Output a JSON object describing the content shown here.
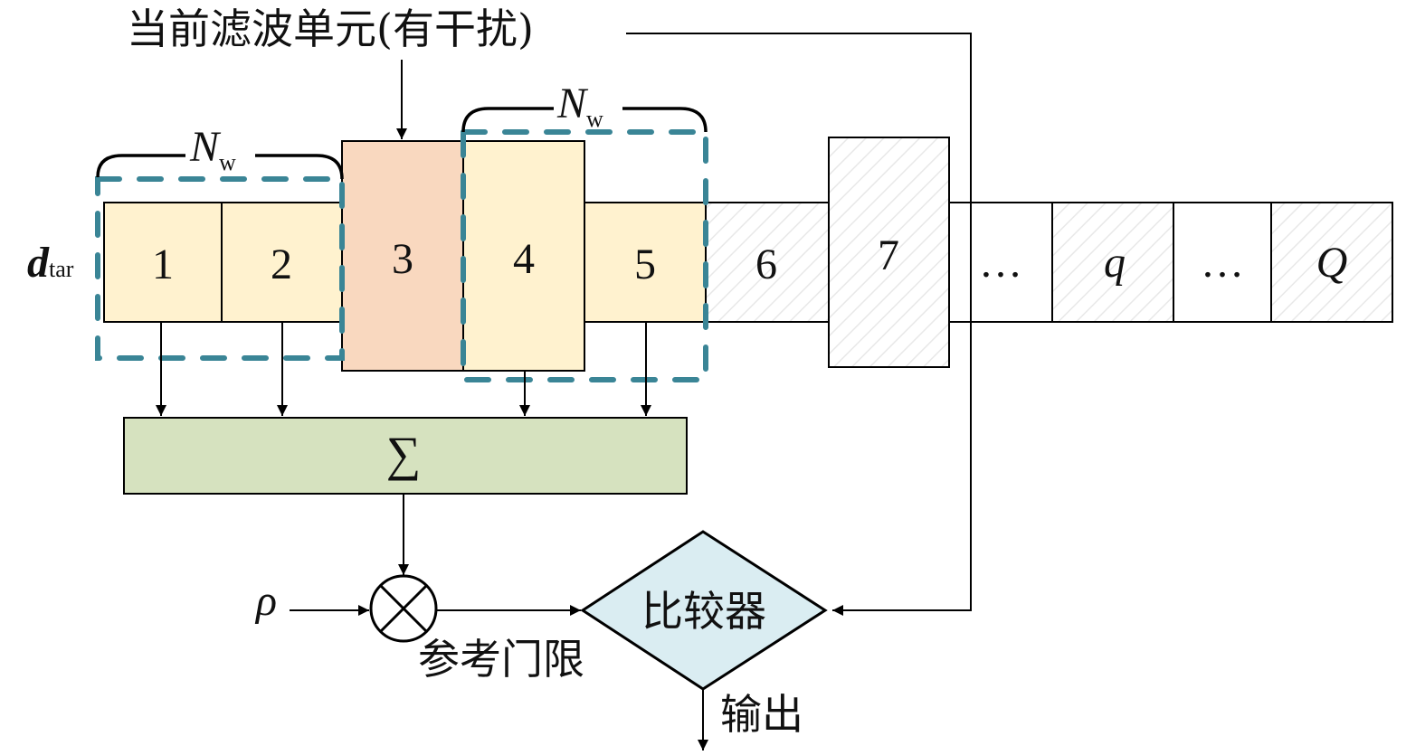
{
  "title_label": "当前滤波单元(有干扰)",
  "vector_label": {
    "main": "d",
    "subscript": "tar"
  },
  "window_label": {
    "main": "N",
    "subscript": "w"
  },
  "cells": [
    {
      "label": "1",
      "role": "reference",
      "fill": "#fff2cf"
    },
    {
      "label": "2",
      "role": "reference",
      "fill": "#fff2cf"
    },
    {
      "label": "3",
      "role": "current-interference",
      "fill": "#f9d8bf"
    },
    {
      "label": "4",
      "role": "reference",
      "fill": "#fff2cf"
    },
    {
      "label": "5",
      "role": "reference",
      "fill": "#fff2cf"
    },
    {
      "label": "6",
      "role": "other",
      "fill": "hatched"
    },
    {
      "label": "7",
      "role": "other-tall",
      "fill": "hatched"
    },
    {
      "label": "…",
      "role": "ellipsis",
      "fill": "#ffffff"
    },
    {
      "label": "q",
      "role": "other",
      "fill": "hatched"
    },
    {
      "label": "…",
      "role": "ellipsis",
      "fill": "#ffffff"
    },
    {
      "label": "Q",
      "role": "other",
      "fill": "hatched"
    }
  ],
  "sum_block": {
    "label": "∑",
    "fill": "#d6e2bf"
  },
  "multiplier": {
    "symbol": "⊗"
  },
  "rho_label": "ρ",
  "threshold_label": "参考门限",
  "comparator": {
    "label": "比较器",
    "fill": "#daedf2"
  },
  "output_label": "输出",
  "colors": {
    "window_dash": "#3a8596"
  }
}
